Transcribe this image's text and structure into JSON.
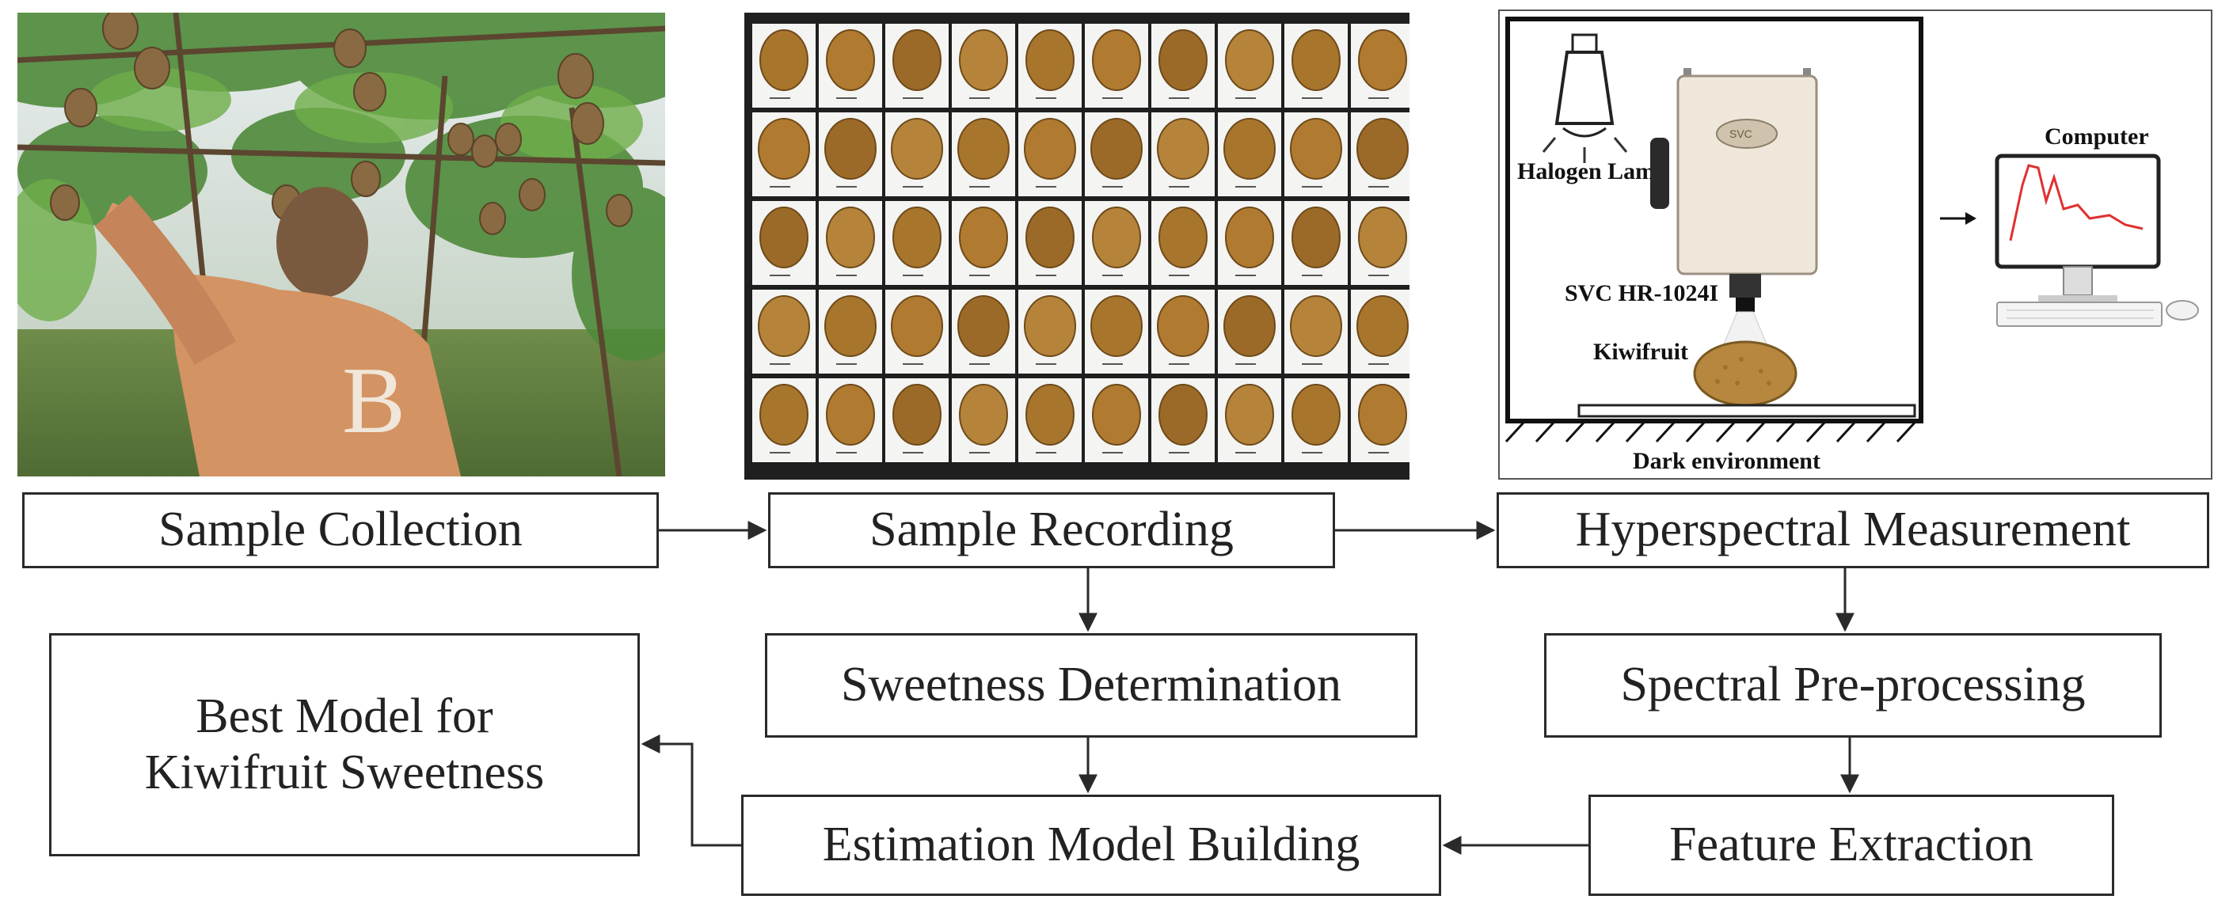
{
  "figure": {
    "setup_labels": {
      "lamp": "Halogen Lamp",
      "device": "SVC HR-1024I",
      "fruit": "Kiwifruit",
      "computer": "Computer",
      "environment": "Dark environment"
    },
    "boxes": {
      "sample_collection": "Sample Collection",
      "sample_recording": "Sample Recording",
      "hyperspectral_measurement": "Hyperspectral Measurement",
      "sweetness_determination": "Sweetness Determination",
      "spectral_preprocessing": "Spectral Pre-processing",
      "best_model": "Best Model for\nKiwifruit Sweetness",
      "estimation_model": "Estimation Model Building",
      "feature_extraction": "Feature Extraction"
    }
  }
}
